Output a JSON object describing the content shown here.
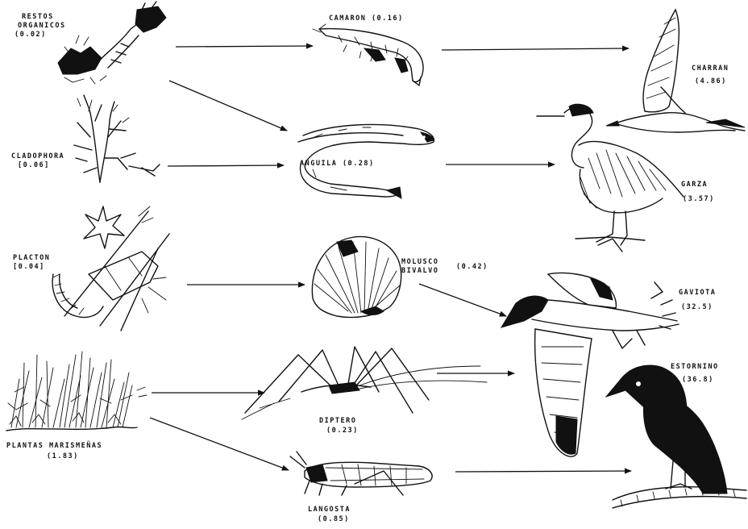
{
  "organisms": {
    "restos": {
      "name_line1": "RESTOS",
      "name_line2": "ORGANICOS",
      "value": "(0.02)"
    },
    "cladophora": {
      "name": "CLADOPHORA",
      "value": "[0.06]"
    },
    "plancton": {
      "name": "PLACTON",
      "value": "[0.04]"
    },
    "plantas": {
      "name": "PLANTAS MARISMEÑAS",
      "value": "(1.83)"
    },
    "camaron": {
      "name": "CAMARON (0.16)"
    },
    "anguila": {
      "name": "ANGUILA (0.28)"
    },
    "molusco": {
      "name_line1": "MOLUSCO",
      "name_line2": "BIVALVO",
      "value": "(0.42)"
    },
    "diptero": {
      "name": "DIPTERO",
      "value": "(0.23)"
    },
    "langosta": {
      "name": "LANGOSTA",
      "value": "(0.85)"
    },
    "charran": {
      "name": "CHARRAN",
      "value": "(4.86)"
    },
    "garza": {
      "name": "GARZA",
      "value": "(3.57)"
    },
    "gaviota": {
      "name": "GAVIOTA",
      "value": "(32.5)"
    },
    "estornino": {
      "name": "ESTORNINO",
      "value": "(36.8)"
    }
  },
  "icons": [
    "detritus-icon",
    "algae-icon",
    "plankton-icon",
    "marsh-grass-icon",
    "shrimp-icon",
    "eel-icon",
    "clam-icon",
    "fly-icon",
    "grasshopper-icon",
    "tern-icon",
    "heron-icon",
    "gull-icon",
    "starling-icon"
  ]
}
